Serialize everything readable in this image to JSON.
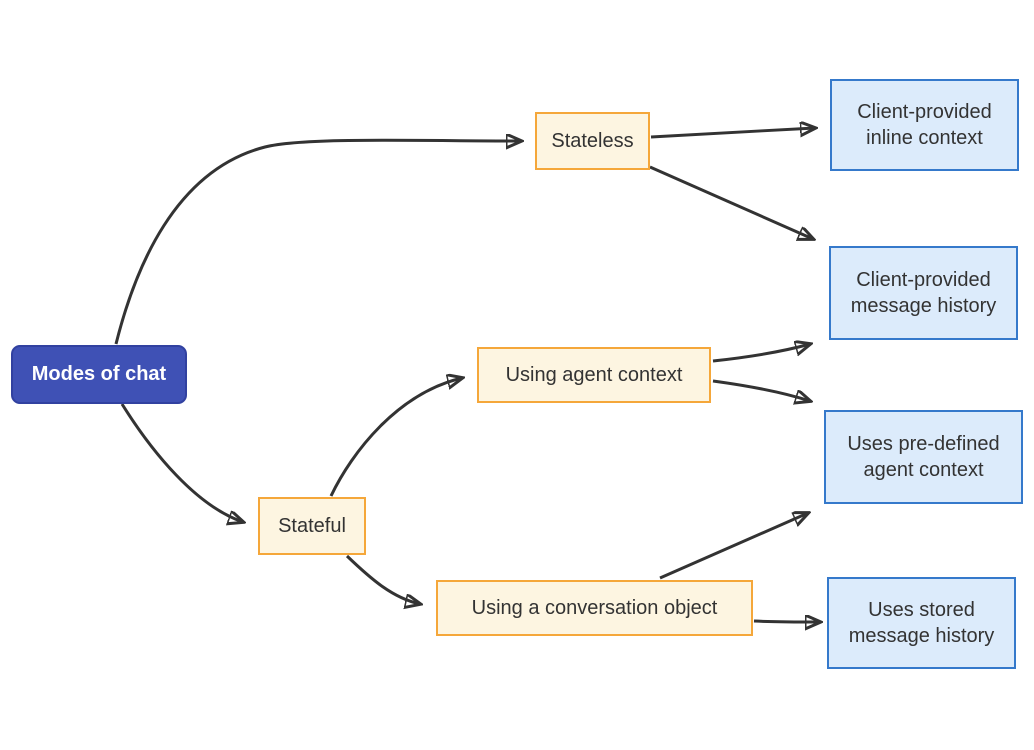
{
  "diagram": {
    "type": "flowchart",
    "background": "#ffffff",
    "edge_color": "#333333",
    "nodes": {
      "root": {
        "label": "Modes of chat",
        "fill": "#3f51b5",
        "border": "#3141a0",
        "text_color": "#ffffff"
      },
      "stateless": {
        "label": "Stateless",
        "fill": "#fdf5e1",
        "border": "#f5a73a",
        "text_color": "#333333"
      },
      "stateful": {
        "label": "Stateful",
        "fill": "#fdf5e1",
        "border": "#f5a73a",
        "text_color": "#333333"
      },
      "using_agent_context": {
        "label": "Using agent context",
        "fill": "#fdf5e1",
        "border": "#f5a73a",
        "text_color": "#333333"
      },
      "using_conversation_object": {
        "label": "Using a conversation object",
        "fill": "#fdf5e1",
        "border": "#f5a73a",
        "text_color": "#333333"
      },
      "client_inline_context": {
        "label": "Client-provided inline context",
        "fill": "#dcebfb",
        "border": "#3579cb",
        "text_color": "#333333"
      },
      "client_message_history": {
        "label": "Client-provided message history",
        "fill": "#dcebfb",
        "border": "#3579cb",
        "text_color": "#333333"
      },
      "predefined_agent_context": {
        "label": "Uses pre-defined agent context",
        "fill": "#dcebfb",
        "border": "#3579cb",
        "text_color": "#333333"
      },
      "stored_message_history": {
        "label": "Uses stored message history",
        "fill": "#dcebfb",
        "border": "#3579cb",
        "text_color": "#333333"
      }
    },
    "edges": [
      {
        "from": "root",
        "to": "stateless"
      },
      {
        "from": "root",
        "to": "stateful"
      },
      {
        "from": "stateless",
        "to": "client_inline_context"
      },
      {
        "from": "stateless",
        "to": "client_message_history"
      },
      {
        "from": "stateful",
        "to": "using_agent_context"
      },
      {
        "from": "stateful",
        "to": "using_conversation_object"
      },
      {
        "from": "using_agent_context",
        "to": "client_message_history"
      },
      {
        "from": "using_agent_context",
        "to": "predefined_agent_context"
      },
      {
        "from": "using_conversation_object",
        "to": "predefined_agent_context"
      },
      {
        "from": "using_conversation_object",
        "to": "stored_message_history"
      }
    ]
  }
}
